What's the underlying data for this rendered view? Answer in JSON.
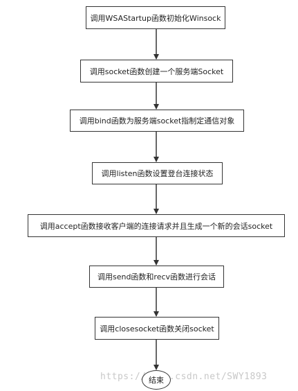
{
  "flowchart": {
    "steps": [
      "调用WSAStartup函数初始化Winsock",
      "调用socket函数创建一个服务端Socket",
      "调用bind函数为服务端socket指制定通信对象",
      "调用listen函数设置登台连接状态",
      "调用accept函数接收客户端的连接请求并且生成一个新的会话socket",
      "调用send函数和recv函数进行会话",
      "调用closesocket函数关闭socket"
    ],
    "end": "结束"
  },
  "watermark": "https://blog.csdn.net/SWY1893"
}
